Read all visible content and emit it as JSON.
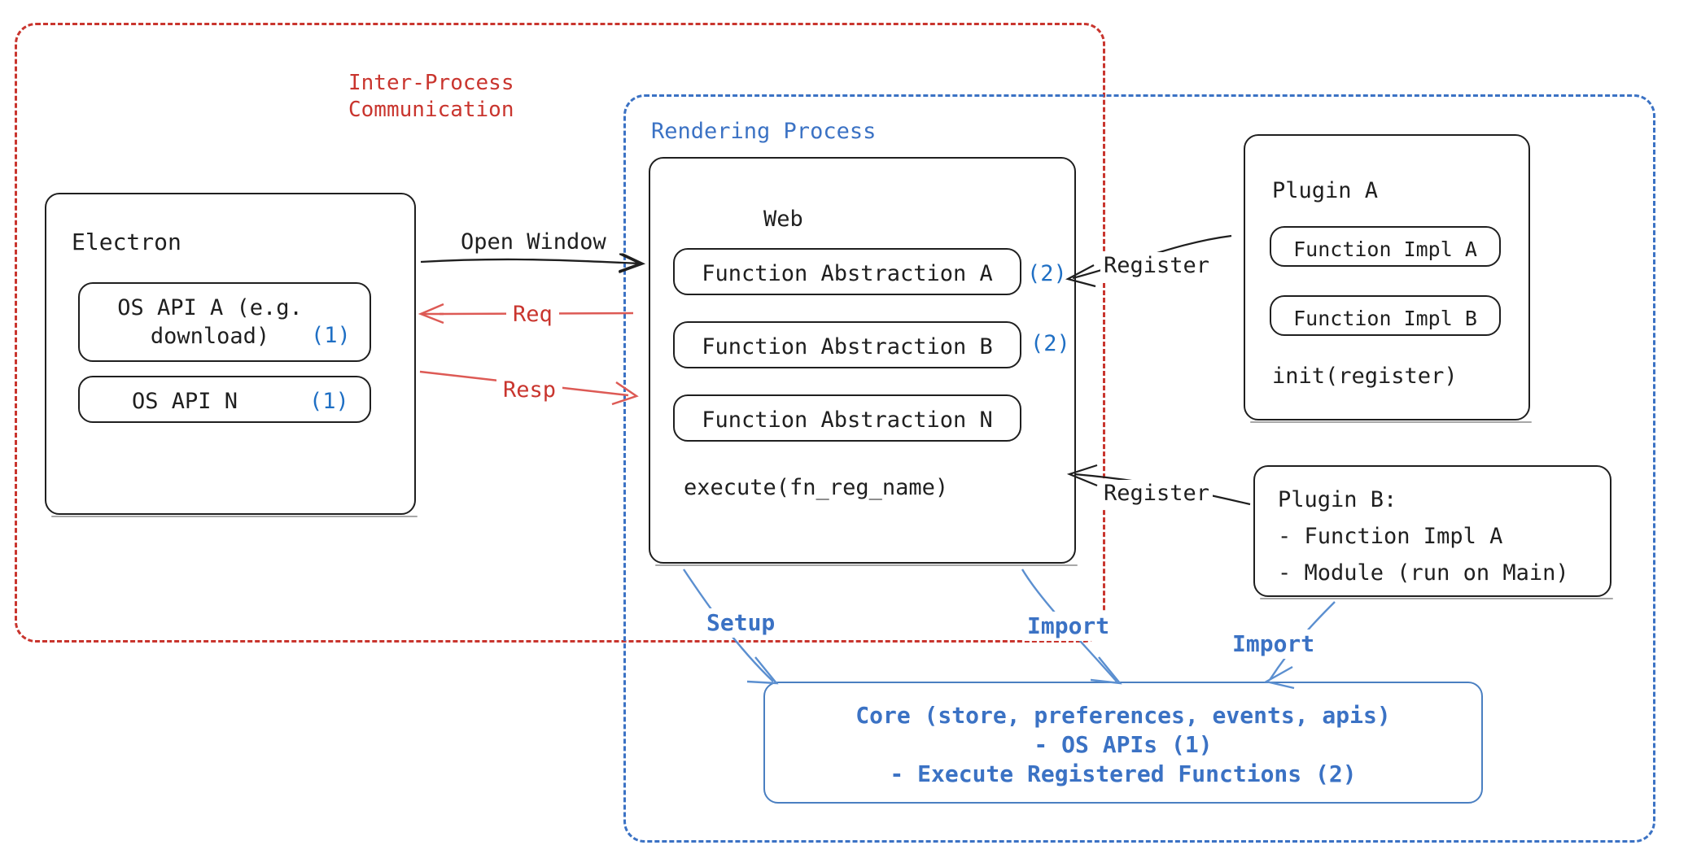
{
  "diagram": {
    "title_hidden": "",
    "colors": {
      "red": "#c9352e",
      "blue": "#3b72c4",
      "blue_number": "#1f6fc4",
      "ink": "#1f1f1f",
      "background": "#ffffff"
    }
  },
  "frames": {
    "ipc": {
      "label": "Inter-Process\nCommunication",
      "style": "dashed-red"
    },
    "rendering": {
      "label": "Rendering Process",
      "style": "dashed-blue"
    }
  },
  "electron": {
    "title": "Electron",
    "apis": [
      {
        "text": "OS API A (e.g.\ndownload)",
        "ref": "(1)"
      },
      {
        "text": "OS API N",
        "ref": "(1)"
      }
    ]
  },
  "web": {
    "title": "Web",
    "abstractions": [
      {
        "text": "Function Abstraction A",
        "ref": "(2)"
      },
      {
        "text": "Function Abstraction B",
        "ref": "(2)"
      },
      {
        "text": "Function Abstraction N",
        "ref": ""
      }
    ],
    "footer": "execute(fn_reg_name)"
  },
  "plugin_a": {
    "title": "Plugin A",
    "functions": [
      "Function Impl A",
      "Function Impl B"
    ],
    "footer": "init(register)"
  },
  "plugin_b": {
    "title": "Plugin B:",
    "items": [
      "- Function Impl A",
      "- Module (run on Main)"
    ]
  },
  "core": {
    "line1": "Core (store, preferences, events, apis)",
    "line2": "- OS APIs (1)",
    "line3": "- Execute Registered Functions (2)"
  },
  "arrows": {
    "open_window": "Open Window",
    "req": "Req",
    "resp": "Resp",
    "register_a": "Register",
    "register_b": "Register",
    "setup": "Setup",
    "import_web": "Import",
    "import_plugin": "Import"
  }
}
